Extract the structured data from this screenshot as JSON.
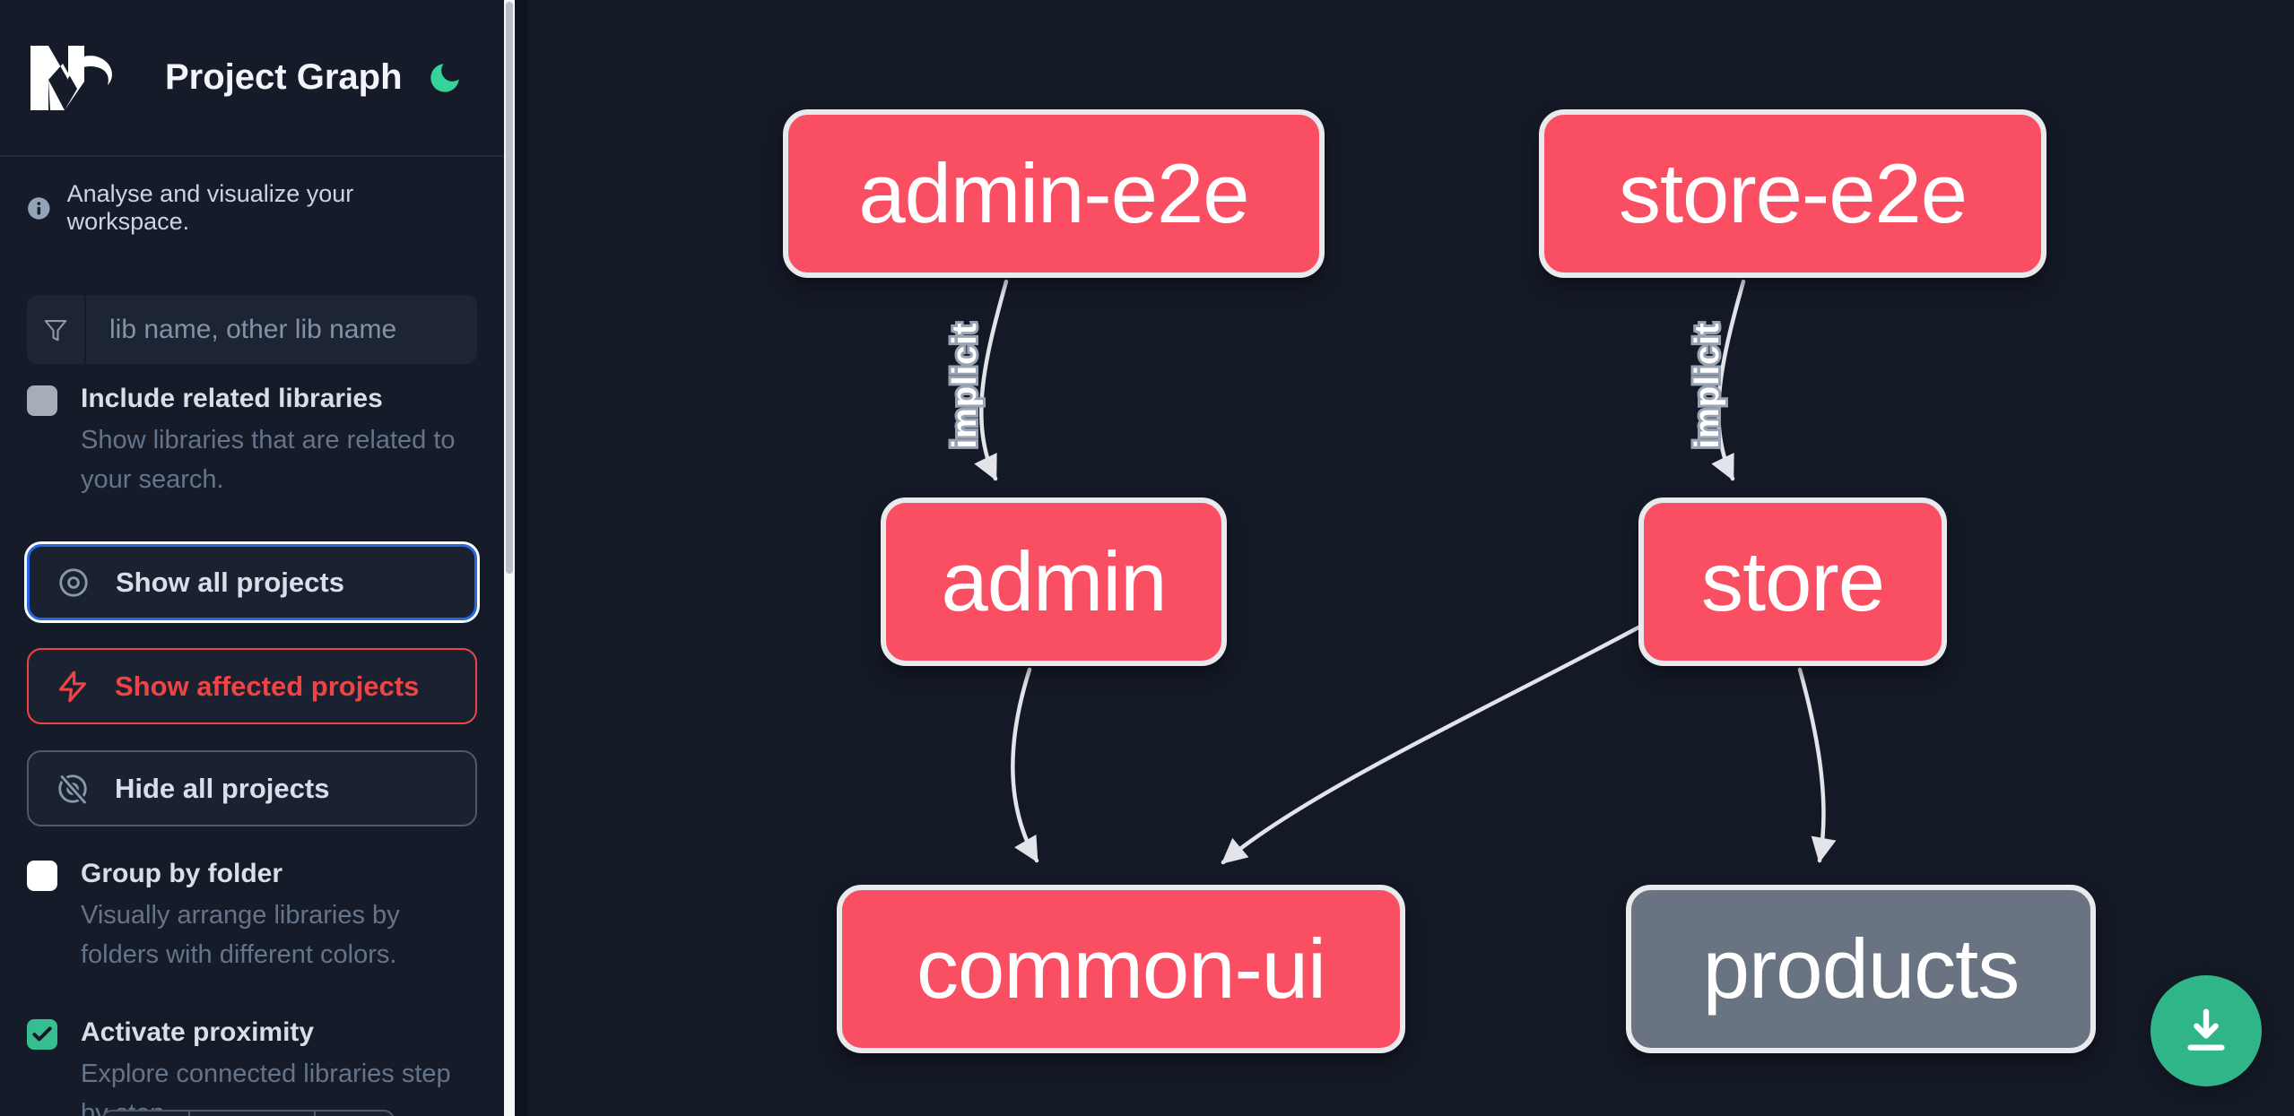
{
  "header": {
    "title": "Project Graph"
  },
  "sidebar": {
    "tagline": "Analyse and visualize your workspace.",
    "search": {
      "placeholder": "lib name, other lib name"
    },
    "toggles": [
      {
        "label": "Include related libraries",
        "description": "Show libraries that are related to your search.",
        "checked": false,
        "style": "gray"
      },
      {
        "label": "Group by folder",
        "description": "Visually arrange libraries by folders with different colors.",
        "checked": false,
        "style": "white"
      },
      {
        "label": "Activate proximity",
        "description": "Explore connected libraries step by step.",
        "checked": true,
        "style": "green"
      }
    ],
    "actions": [
      {
        "label": "Show all projects",
        "icon": "eye-icon",
        "state": "focused"
      },
      {
        "label": "Show affected projects",
        "icon": "lightning-icon",
        "state": "danger"
      },
      {
        "label": "Hide all projects",
        "icon": "eye-off-icon",
        "state": "default"
      }
    ]
  },
  "graph": {
    "nodes": [
      {
        "id": "admin-e2e",
        "label": "admin-e2e",
        "kind": "affected"
      },
      {
        "id": "store-e2e",
        "label": "store-e2e",
        "kind": "affected"
      },
      {
        "id": "admin",
        "label": "admin",
        "kind": "affected"
      },
      {
        "id": "store",
        "label": "store",
        "kind": "affected"
      },
      {
        "id": "common-ui",
        "label": "common-ui",
        "kind": "affected"
      },
      {
        "id": "products",
        "label": "products",
        "kind": "plain"
      }
    ],
    "edges": [
      {
        "source": "admin-e2e",
        "target": "admin",
        "label": "implicit"
      },
      {
        "source": "store-e2e",
        "target": "store",
        "label": "implicit"
      },
      {
        "source": "admin",
        "target": "common-ui",
        "label": ""
      },
      {
        "source": "store",
        "target": "common-ui",
        "label": ""
      },
      {
        "source": "store",
        "target": "products",
        "label": ""
      }
    ]
  },
  "fab": {
    "action": "download-graph-image"
  },
  "colors": {
    "affected_node": "#fa4e63",
    "plain_node": "#6a7382",
    "edge": "#e2e4e9",
    "accent_green": "#34d399",
    "danger_red": "#ef4444",
    "focus_blue": "#2767e0",
    "background": "#151b28"
  }
}
